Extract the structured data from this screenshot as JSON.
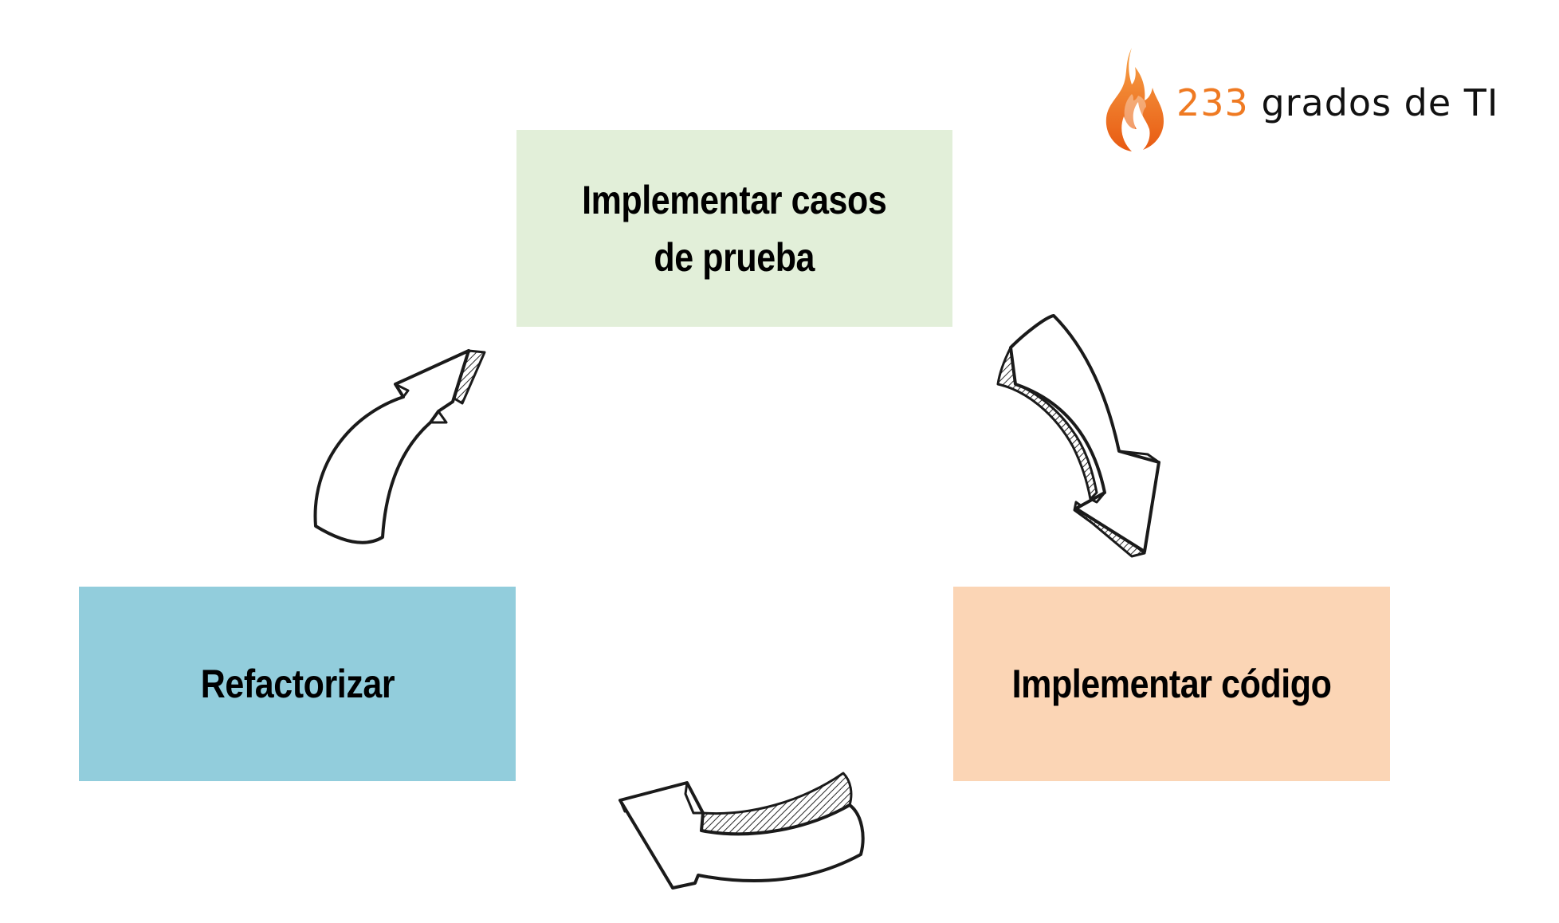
{
  "diagram": {
    "nodes": {
      "tests": {
        "label_line1": "Implementar casos",
        "label_line2": "de prueba",
        "fill": "#e2efd9"
      },
      "code": {
        "label": "Implementar código",
        "fill": "#fbd5b5"
      },
      "refactor": {
        "label": "Refactorizar",
        "fill": "#92cddc"
      }
    },
    "arrows": {
      "stroke": "#1a1a1a",
      "hatch": "#2b2b2b",
      "cycle": [
        "tests",
        "code",
        "refactor",
        "tests"
      ]
    }
  },
  "logo": {
    "number": "233",
    "words": "grados de TI",
    "brand_color": "#ef7a22",
    "text_color": "#111111",
    "icon": "flame-face-icon"
  }
}
